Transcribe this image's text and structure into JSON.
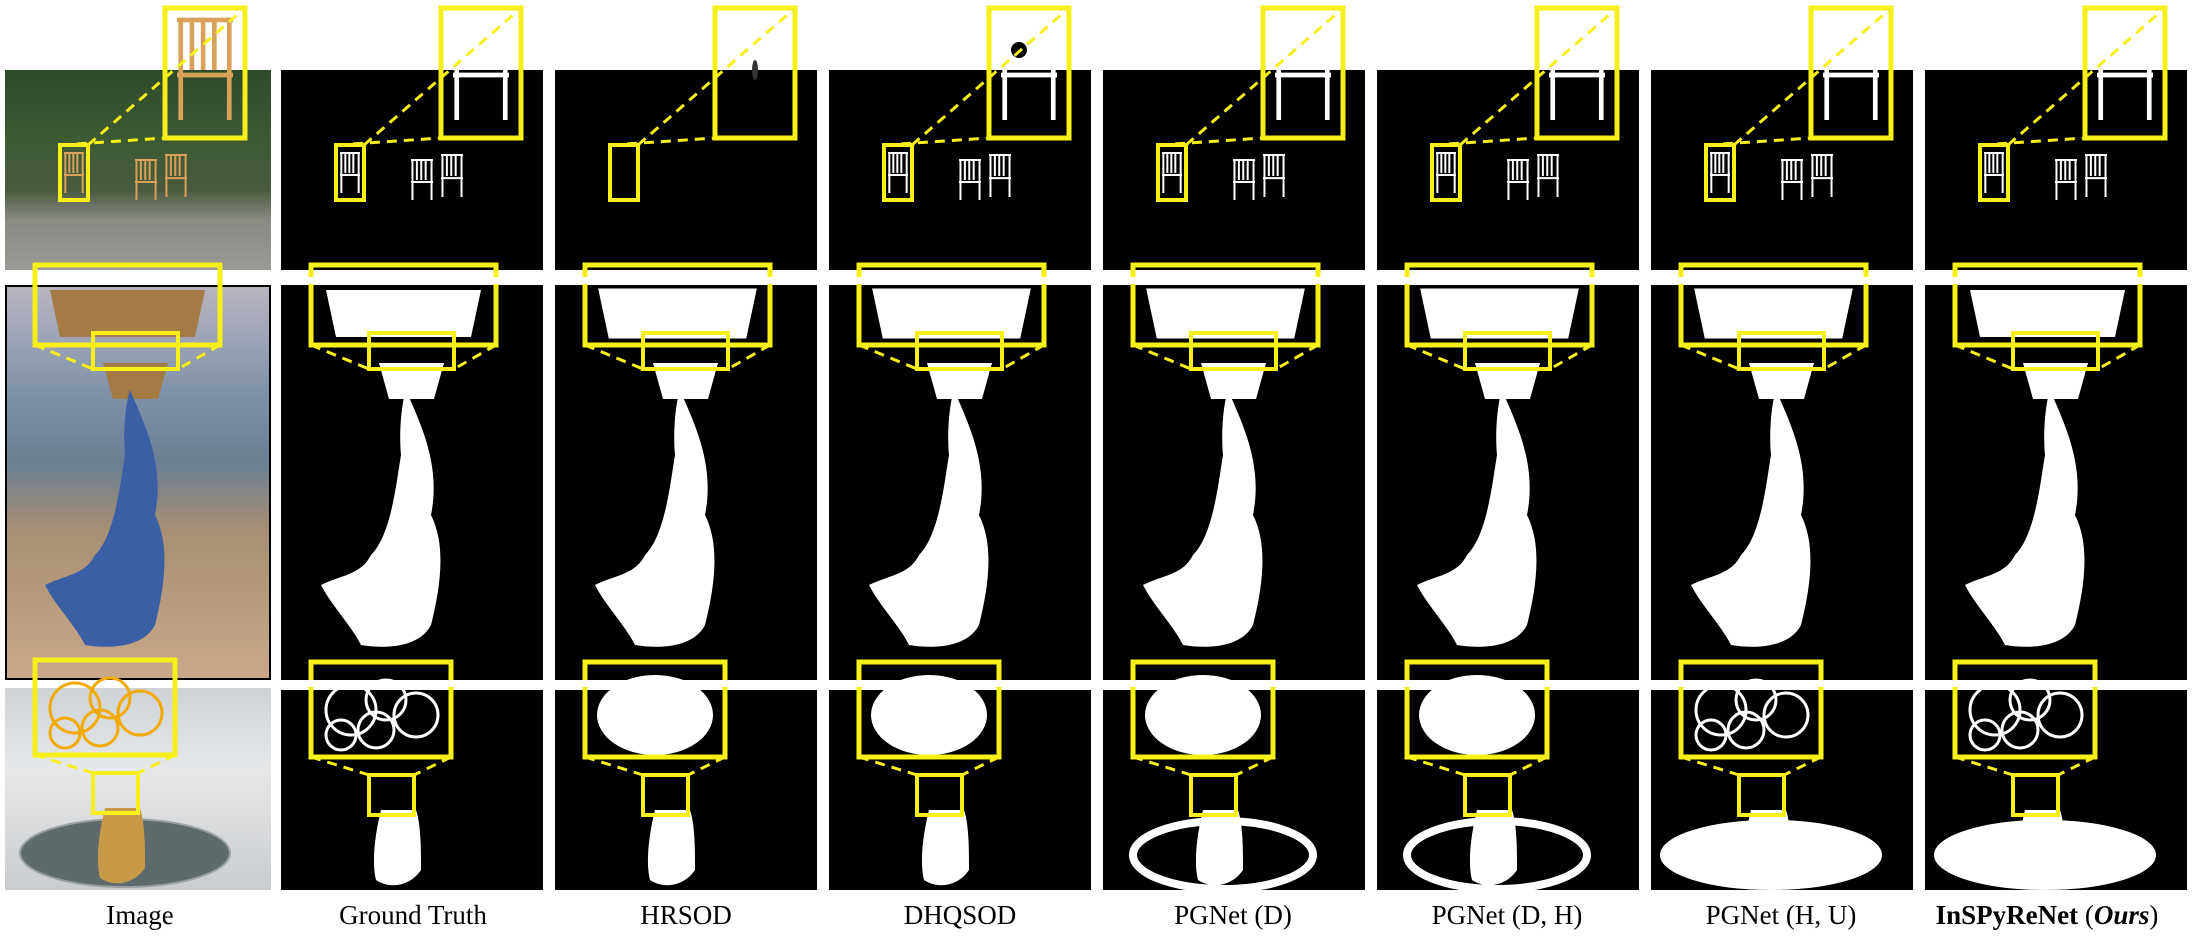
{
  "columns": [
    {
      "key": "image",
      "label": "Image"
    },
    {
      "key": "gt",
      "label": "Ground Truth"
    },
    {
      "key": "hrsod",
      "label": "HRSOD"
    },
    {
      "key": "dhqsod",
      "label": "DHQSOD"
    },
    {
      "key": "pgnet_d",
      "label": "PGNet (D)"
    },
    {
      "key": "pgnet_dh",
      "label": "PGNet (D, H)"
    },
    {
      "key": "pgnet_hu",
      "label": "PGNet (H, U)"
    }
  ],
  "ours": {
    "name": "InSPyReNet",
    "open": " (",
    "tag": "Ours",
    "close": ")"
  },
  "rows": [
    "chair-scene",
    "basket-woman",
    "dessert-plate"
  ],
  "colors": {
    "highlight": "#f7ef1a",
    "mask_background": "#000000",
    "mask_foreground": "#ffffff"
  }
}
